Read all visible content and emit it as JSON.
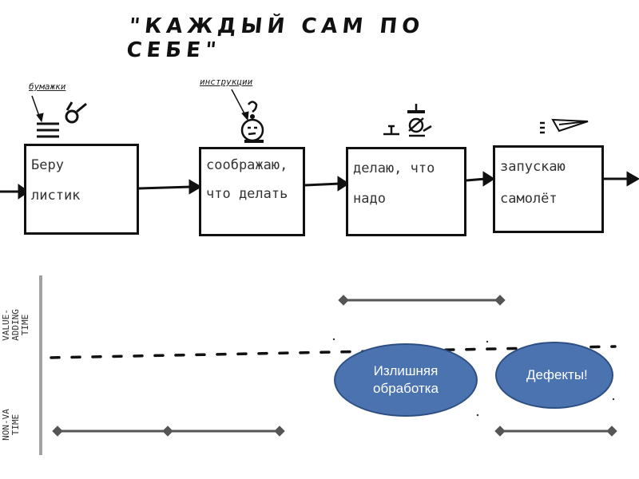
{
  "title": "\"КАЖДЫЙ САМ ПО СЕБЕ\"",
  "steps": [
    {
      "line1": "Беру",
      "line2": "листик",
      "note": "бумажки",
      "icon": "paper-stack-and-hand-icon"
    },
    {
      "line1": "соображаю,",
      "line2": "что делать",
      "note": "инструкции",
      "icon": "thinking-head-icon"
    },
    {
      "line1": "делаю, что",
      "line2": "надо",
      "note": "",
      "icon": "working-person-icon"
    },
    {
      "line1": "запускаю",
      "line2": "самолёт",
      "note": "",
      "icon": "paper-plane-icon"
    }
  ],
  "axis": {
    "value_adding": "VALUE-\nADDING\nTIME",
    "non_va": "NON-VA\nTIME"
  },
  "waste": [
    {
      "label": "Излишняя обработка",
      "color": "#4a73b0"
    },
    {
      "label": "Дефекты!",
      "color": "#4a73b0"
    }
  ],
  "colors": {
    "line": "#111111",
    "timeline": "#555555",
    "ellipse": "#4a73b0"
  }
}
